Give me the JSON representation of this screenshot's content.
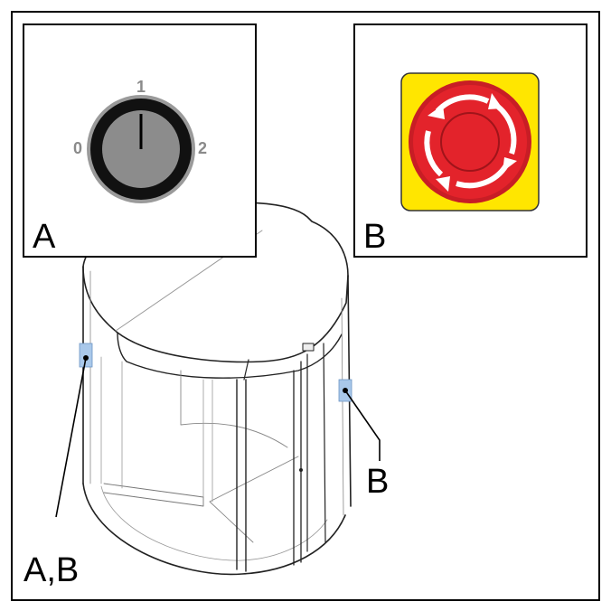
{
  "diagram": {
    "inset_a": {
      "label": "A",
      "switch_positions": [
        "0",
        "1",
        "2"
      ],
      "switch_icon": "key-switch-icon"
    },
    "inset_b": {
      "label": "B",
      "button_icon": "emergency-stop-button-icon",
      "colors": {
        "housing": "#ffe600",
        "button": "#e3232b",
        "arrows": "#ffffff"
      }
    },
    "callouts": {
      "left_label": "A,B",
      "right_label": "B"
    },
    "colors": {
      "marker": "#a9c8ea",
      "line": "#000000"
    }
  }
}
